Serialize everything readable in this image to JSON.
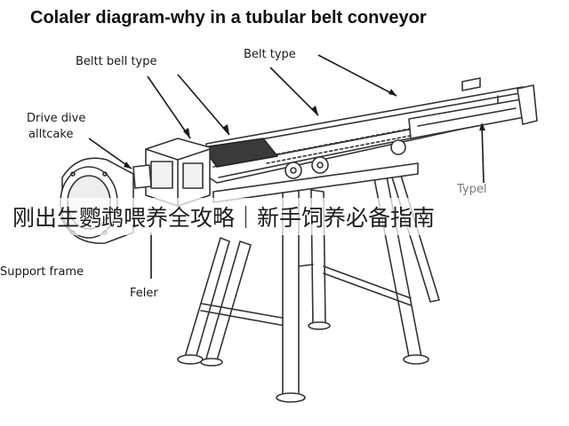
{
  "diagram": {
    "title": "Colaler diagram-why in a tubular belt conveyor",
    "labels": {
      "belt_bell_type": "Beltt bell type",
      "belt_type": "Belt type",
      "drive_line1": "Drive dive",
      "drive_line2": "alltcake",
      "typel": "Typel",
      "support_frame": "Support frame",
      "feler": "Feler"
    }
  },
  "overlay": {
    "banner_text": "刚出生鹦鹉喂养全攻略｜新手饲养必备指南"
  }
}
